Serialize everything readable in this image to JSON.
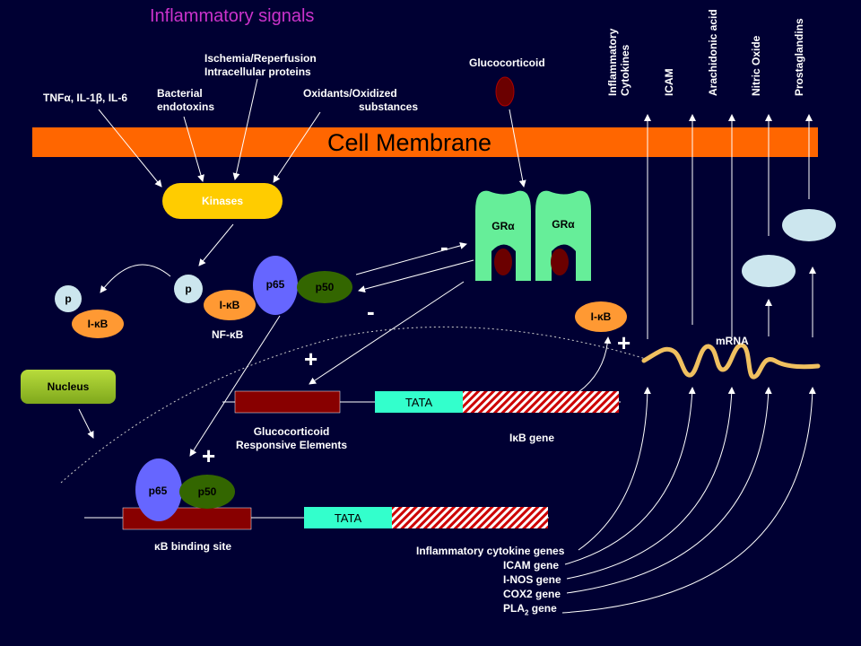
{
  "title": "Inflammatory signals",
  "membrane_label": "Cell Membrane",
  "signals": {
    "tnf": "TNFα, IL-1β, IL-6",
    "bacterial": [
      "Bacterial",
      "endotoxins"
    ],
    "ischemia": [
      "Ischemia/Reperfusion",
      "Intracellular proteins"
    ],
    "oxidants": [
      "Oxidants/Oxidized",
      "substances"
    ]
  },
  "glucocorticoid": "Glucocorticoid",
  "kinases": "Kinases",
  "nucleus": "Nucleus",
  "proteins": {
    "p": "p",
    "ikb": "I-κB",
    "p65": "p65",
    "p50": "p50",
    "nfkb": "NF-κB",
    "gra": "GRα"
  },
  "signs": {
    "minus": "-",
    "plus": "+"
  },
  "outputs": [
    "Inflammatory Cytokines",
    "ICAM",
    "Arachidonic acid",
    "Nitric Oxide",
    "Prostaglandins"
  ],
  "mrna": "mRNA",
  "genes": {
    "tata": "TATA",
    "gre": [
      "Glucocorticoid",
      "Responsive Elements"
    ],
    "ikb_gene": "IκB gene",
    "kb_site": "κB binding site",
    "list": [
      "Inflammatory cytokine genes",
      "ICAM gene",
      "I-NOS gene",
      "COX2 gene"
    ],
    "pla2": {
      "prefix": "PLA",
      "sub": "2",
      "suffix": " gene"
    }
  },
  "colors": {
    "background": "#000033",
    "membrane": "#ff6600",
    "kinases": "#ffcc00",
    "p65": "#6666ff",
    "p50": "#336600",
    "ikb": "#ff9933",
    "gr": "#66ee99",
    "dark_red": "#880000",
    "tata": "#33ffcc",
    "title": "#cc33cc"
  }
}
